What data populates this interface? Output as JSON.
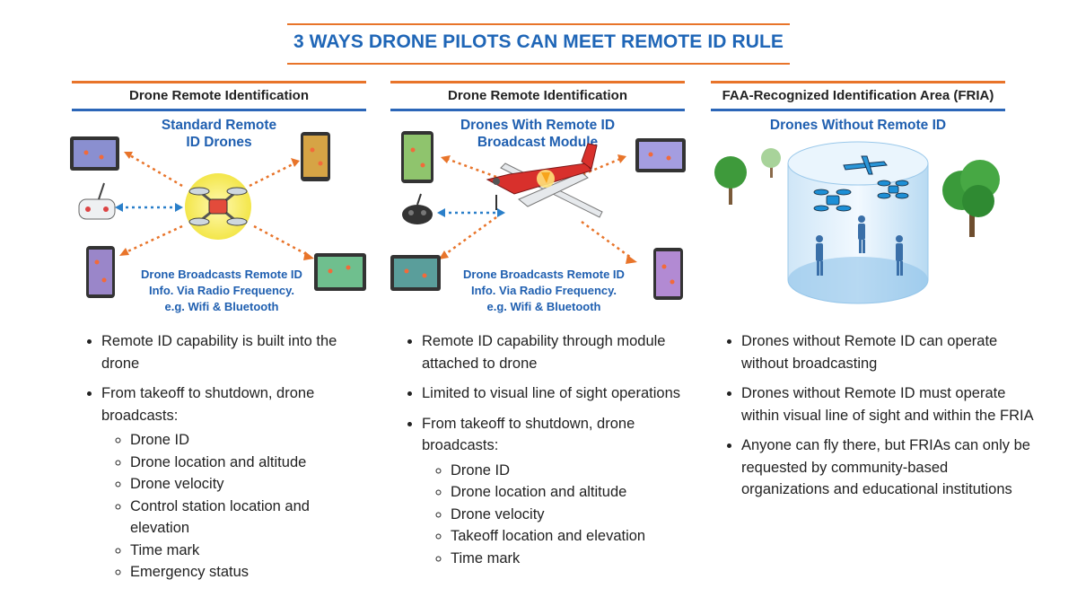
{
  "title": "3 WAYS DRONE PILOTS CAN MEET REMOTE ID RULE",
  "columns": [
    {
      "header": "Drone Remote Identification",
      "subtitle": [
        "Standard Remote",
        "ID Drones"
      ],
      "caption": [
        "Drone Broadcasts Remote ID",
        "Info. Via Radio Frequency.",
        "e.g. Wifi & Bluetooth"
      ],
      "icon": "quadcopter-broadcast-icon",
      "bullets": [
        "Remote ID capability is built into the drone",
        "From takeoff to shutdown, drone broadcasts:"
      ],
      "subbullets": [
        "Drone ID",
        "Drone location and altitude",
        "Drone velocity",
        "Control station location and elevation",
        "Time mark",
        "Emergency status"
      ]
    },
    {
      "header": "Drone Remote Identification",
      "subtitle": [
        "Drones With Remote ID",
        "Broadcast Module"
      ],
      "caption": [
        "Drone Broadcasts Remote ID",
        "Info. Via Radio Frequency.",
        "e.g. Wifi & Bluetooth"
      ],
      "icon": "airplane-broadcast-icon",
      "bullets": [
        "Remote ID capability through module attached to drone",
        "Limited to visual line of sight operations",
        "From takeoff to shutdown, drone broadcasts:"
      ],
      "subbullets": [
        "Drone ID",
        "Drone location and altitude",
        "Drone velocity",
        "Takeoff location and elevation",
        "Time mark"
      ]
    },
    {
      "header": "FAA-Recognized Identification Area (FRIA)",
      "subtitle": [
        "Drones Without Remote ID"
      ],
      "icon": "fria-cylinder-icon",
      "bullets": [
        "Drones without Remote ID can operate without broadcasting",
        "Drones without Remote ID must operate within visual line of sight and within the FRIA",
        "Anyone can fly there, but FRIAs can only be requested by community-based organizations and educational institutions"
      ]
    }
  ],
  "colors": {
    "title": "#1f66b7",
    "orange_rule": "#e8742a",
    "blue_rule": "#2b66b8",
    "subtitle": "#1f5fb0",
    "arrow_orange": "#e8742a",
    "arrow_blue": "#2a7fc9"
  }
}
